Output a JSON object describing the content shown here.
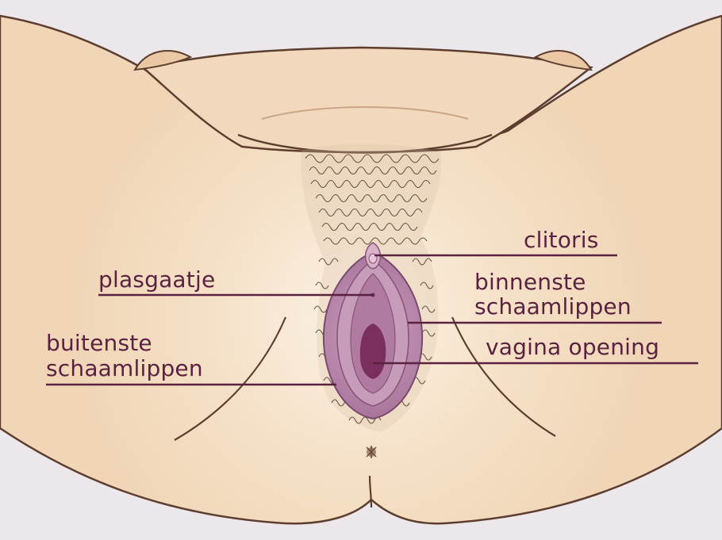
{
  "labels": {
    "clitoris": "clitoris",
    "plasgaatje": "plasgaatje",
    "binnenste_line1": "binnenste",
    "binnenste_line2": "schaamlippen",
    "buitenste_line1": "buitenste",
    "buitenste_line2": "schaamlippen",
    "vagina_opening": "vagina opening"
  },
  "colors": {
    "background": "#ece7ea",
    "skin": "#f3dcc0",
    "skin_outline": "#5c3d2e",
    "outer_labia": "#b583a3",
    "inner_labia": "#c69ab8",
    "vestibule": "#a86b94",
    "opening": "#7a2f5e",
    "hair": "#4a3a2c",
    "label_text": "#5a2140"
  }
}
